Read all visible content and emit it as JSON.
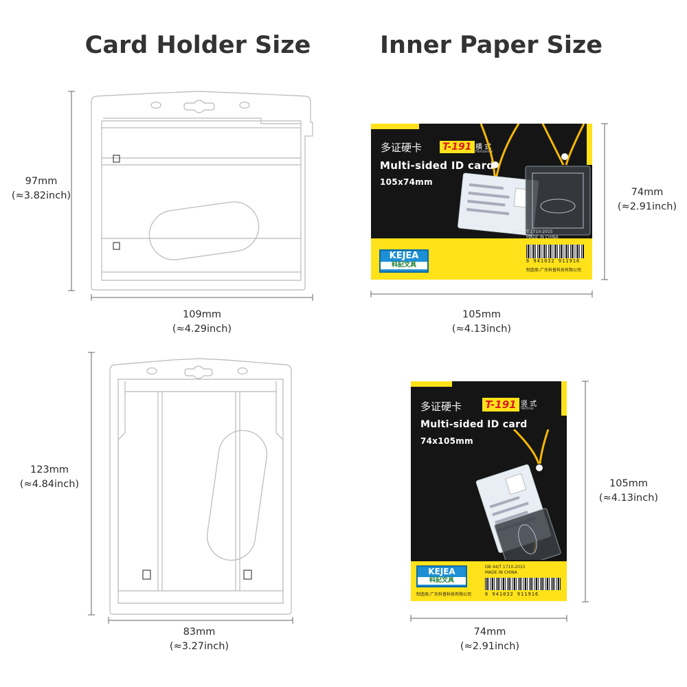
{
  "headings": {
    "left": "Card Holder Size",
    "right": "Inner Paper Size"
  },
  "dimensions": {
    "holder_h_height": {
      "mm": "97mm",
      "inch": "(≈3.82inch)"
    },
    "holder_h_width": {
      "mm": "109mm",
      "inch": "(≈4.29inch)"
    },
    "paper_h_height": {
      "mm": "74mm",
      "inch": "(≈2.91inch)"
    },
    "paper_h_width": {
      "mm": "105mm",
      "inch": "(≈4.13inch)"
    },
    "holder_v_height": {
      "mm": "123mm",
      "inch": "(≈4.84inch)"
    },
    "holder_v_width": {
      "mm": "83mm",
      "inch": "(≈3.27inch)"
    },
    "paper_v_height": {
      "mm": "105mm",
      "inch": "(≈4.13inch)"
    },
    "paper_v_width": {
      "mm": "74mm",
      "inch": "(≈2.91inch)"
    }
  },
  "paper_h": {
    "cn_title": "多证硬卡",
    "model": "T-191",
    "orientation_cn": "横 式",
    "orientation_en": "Horizontal",
    "title": "Multi-sided ID card",
    "size": "105x74mm",
    "made_in": "MADE IN CHINA",
    "standard": "DB 44/T 1710-2015",
    "brand": "KEJEA",
    "brand_sub": "科記文具",
    "barcode": "6 941032 911916",
    "maker": "制造商:广东科普科技有限公司"
  },
  "paper_v": {
    "cn_title": "多证硬卡",
    "model": "T-191",
    "orientation_cn": "竖 式",
    "orientation_en": "Vertical",
    "title": "Multi-sided ID card",
    "size": "74x105mm",
    "made_in": "MADE IN CHINA",
    "standard": "DB 44/T 1710-2015",
    "brand": "KEJEA",
    "brand_sub": "科記文具",
    "barcode": "6 941032 911916",
    "maker": "制造商:广东科普科技有限公司"
  }
}
